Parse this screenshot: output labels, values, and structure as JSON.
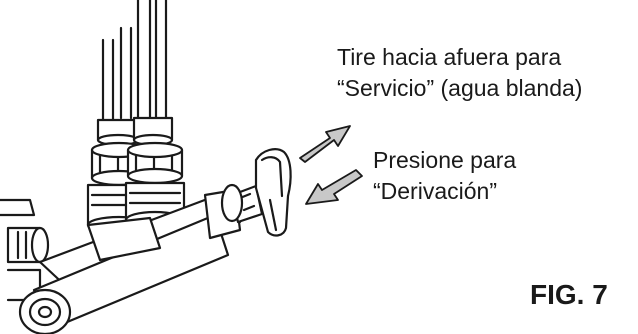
{
  "callouts": {
    "service_line1": "Tire hacia afuera para",
    "service_line2": "“Servicio” (agua blanda)",
    "bypass_line1": "Presione para",
    "bypass_line2": "“Derivación”"
  },
  "figure_label": "FIG. 7",
  "icons": {
    "pull_arrow": "arrow-up-right-icon",
    "push_arrow": "arrow-down-left-icon"
  },
  "colors": {
    "line": "#1a1a1a",
    "arrow_fill": "#c8c8c8",
    "background": "#ffffff"
  }
}
